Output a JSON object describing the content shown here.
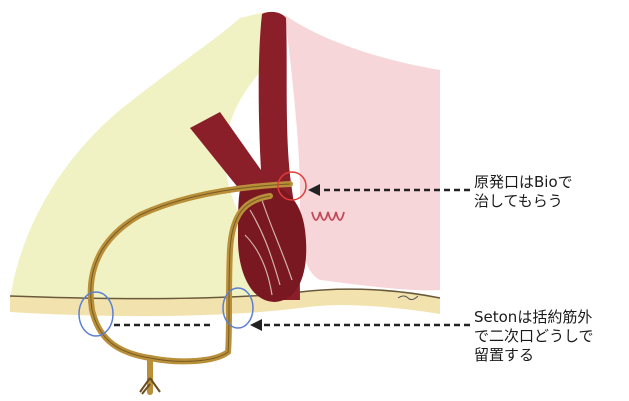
{
  "annotations": {
    "primary_opening": {
      "lines": [
        "原発口はBioで",
        "治してもらう"
      ]
    },
    "seton": {
      "lines": [
        "Setonは括約筋外",
        "で二次口どうしで",
        "留置する"
      ]
    }
  },
  "colors": {
    "fat_tissue": "#eef0b8",
    "mucosa": "#f4c8cc",
    "muscle": "#8a1f2a",
    "seton": "#b98f3a",
    "marker_circle_red": "#e23b3b",
    "marker_circle_blue": "#5b7fd1",
    "arrow": "#222222"
  }
}
